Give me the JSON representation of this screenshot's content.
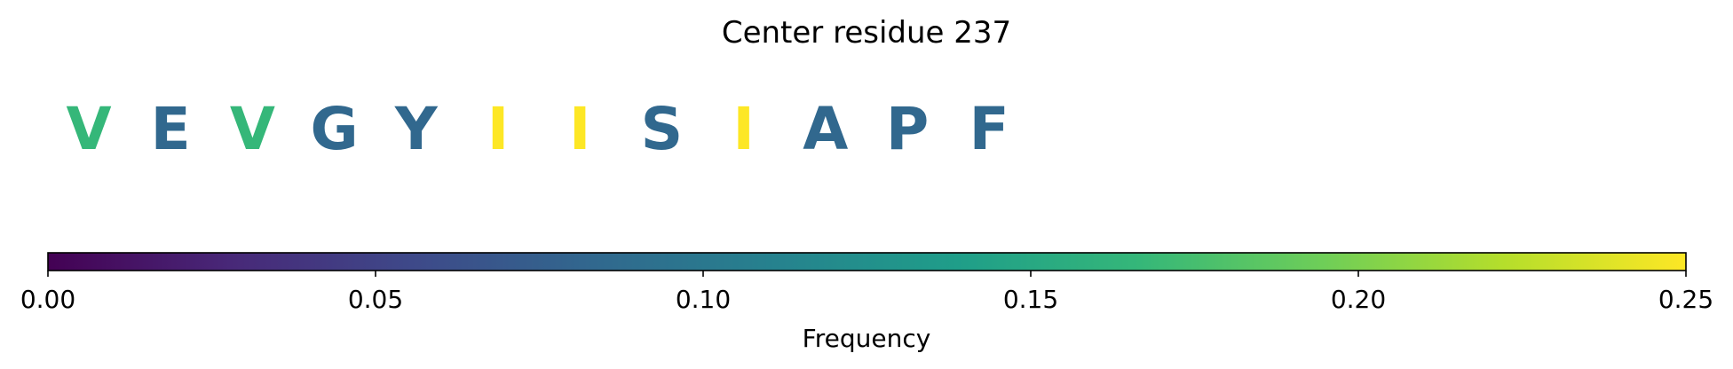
{
  "chart_data": {
    "type": "heatmap",
    "title": "Center residue 237",
    "residues": [
      {
        "letter": "V",
        "frequency": 0.158,
        "color": "#35b779"
      },
      {
        "letter": "E",
        "frequency": 0.093,
        "color": "#31688e"
      },
      {
        "letter": "V",
        "frequency": 0.158,
        "color": "#35b779"
      },
      {
        "letter": "G",
        "frequency": 0.093,
        "color": "#31688e"
      },
      {
        "letter": "Y",
        "frequency": 0.093,
        "color": "#31688e"
      },
      {
        "letter": "I",
        "frequency": 0.25,
        "color": "#fde725"
      },
      {
        "letter": "I",
        "frequency": 0.25,
        "color": "#fde725"
      },
      {
        "letter": "S",
        "frequency": 0.093,
        "color": "#31688e"
      },
      {
        "letter": "I",
        "frequency": 0.25,
        "color": "#fde725"
      },
      {
        "letter": "A",
        "frequency": 0.093,
        "color": "#31688e"
      },
      {
        "letter": "P",
        "frequency": 0.093,
        "color": "#31688e"
      },
      {
        "letter": "F",
        "frequency": 0.093,
        "color": "#31688e"
      }
    ],
    "colorbar": {
      "label": "Frequency",
      "range": [
        0,
        0.25
      ],
      "ticks": [
        {
          "value": 0.0,
          "label": "0.00"
        },
        {
          "value": 0.05,
          "label": "0.05"
        },
        {
          "value": 0.1,
          "label": "0.10"
        },
        {
          "value": 0.15,
          "label": "0.15"
        },
        {
          "value": 0.2,
          "label": "0.20"
        },
        {
          "value": 0.25,
          "label": "0.25"
        }
      ],
      "colormap": "viridis",
      "colormap_stops": [
        "#440154",
        "#482878",
        "#3e4989",
        "#31688e",
        "#26828e",
        "#1f9e89",
        "#35b779",
        "#6ece58",
        "#b5de2b",
        "#fde725"
      ]
    }
  }
}
